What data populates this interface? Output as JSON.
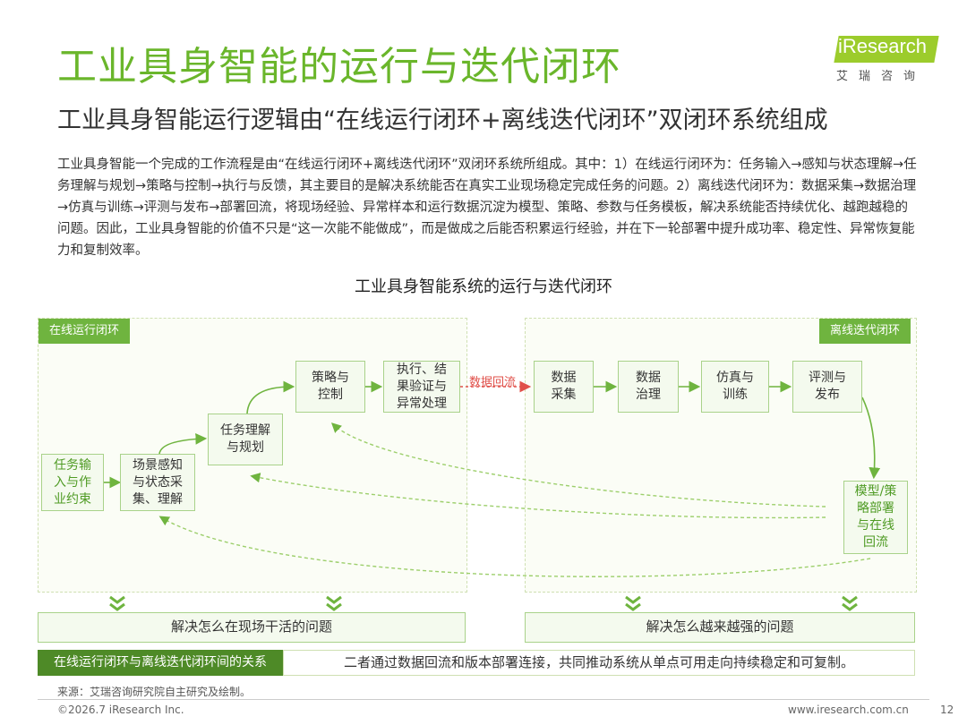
{
  "header": {
    "title": "工业具身智能的运行与迭代闭环",
    "subtitle": "工业具身智能运行逻辑由“在线运行闭环+离线迭代闭环”双闭环系统组成"
  },
  "logo": {
    "brand": "iResearch",
    "cn": "艾瑞咨询"
  },
  "intro": "工业具身智能一个完成的工作流程是由“在线运行闭环+离线迭代闭环”双闭环系统所组成。其中：1）在线运行闭环为：任务输入→感知与状态理解→任务理解与规划→策略与控制→执行与反馈，其主要目的是解决系统能否在真实工业现场稳定完成任务的问题。2）离线迭代闭环为：数据采集→数据治理→仿真与训练→评测与发布→部署回流，将现场经验、异常样本和运行数据沉淀为模型、策略、参数与任务模板，解决系统能否持续优化、越跑越稳的问题。因此，工业具身智能的价值不只是“这一次能不能做成”，而是做成之后能否积累运行经验，并在下一轮部署中提升成功率、稳定性、异常恢复能力和复制效率。",
  "diagram": {
    "title": "工业具身智能系统的运行与迭代闭环",
    "online": {
      "tag": "在线运行闭环",
      "nodes": {
        "task_input": "任务输\n入与作\n业约束",
        "perception": "场景感知\n与状态采\n集、理解",
        "planning": "任务理解\n与规划",
        "control": "策略与\n控制",
        "execution": "执行、结\n果验证与\n异常处理"
      },
      "result": "解决怎么在现场干活的问题"
    },
    "offline": {
      "tag": "离线迭代闭环",
      "nodes": {
        "collection": "数据\n采集",
        "governance": "数据\n治理",
        "simulation": "仿真与\n训练",
        "evaluation": "评测与\n发布",
        "deploy": "模型/策\n略部署\n与在线\n回流"
      },
      "result": "解决怎么越来越强的问题"
    },
    "flow_label": "数据回流",
    "relation": {
      "label": "在线运行闭环与离线迭代闭环间的关系",
      "text": "二者通过数据回流和版本部署连接，共同推动系统从单点可用走向持续稳定和可复制。"
    }
  },
  "footer": {
    "source": "来源：艾瑞咨询研究院自主研究及绘制。",
    "copyright": "©2026.7 iResearch Inc.",
    "website": "www.iresearch.com.cn",
    "page": "12"
  },
  "colors": {
    "accent": "#6ab62b",
    "dark_green": "#4e8a27",
    "box_border": "#a9d28a",
    "flow_red": "#e0504a"
  }
}
